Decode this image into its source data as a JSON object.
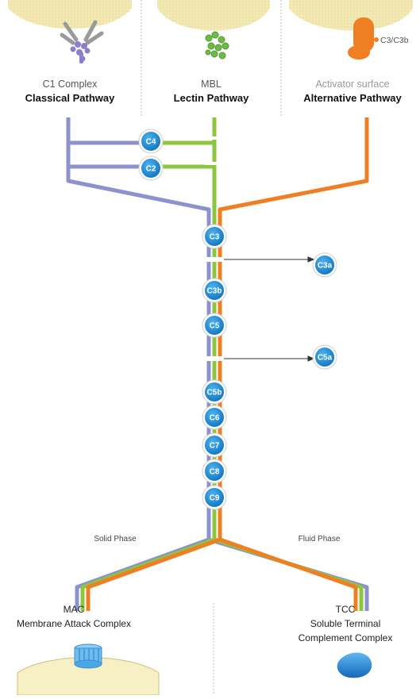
{
  "pathways": [
    {
      "initiator": "C1 Complex",
      "name": "Classical Pathway"
    },
    {
      "initiator": "MBL",
      "name": "Lectin Pathway"
    },
    {
      "initiator": "Activator surface",
      "name": "Alternative Pathway",
      "tag": "C3/C3b"
    }
  ],
  "nodes": {
    "c4": "C4",
    "c2": "C2",
    "c3": "C3",
    "c3a": "C3a",
    "c3b": "C3b",
    "c5": "C5",
    "c5a": "C5a",
    "c5b": "C5b",
    "c6": "C6",
    "c7": "C7",
    "c8": "C8",
    "c9": "C9"
  },
  "phases": {
    "solid": "Solid Phase",
    "fluid": "Fluid Phase"
  },
  "outcomes": {
    "mac_short": "MAC",
    "mac_long": "Membrane Attack Complex",
    "tcc_short": "TCC",
    "tcc_line1": "Soluble Terminal",
    "tcc_line2": "Complement Complex"
  },
  "colors": {
    "classical": "#8c93cc",
    "lectin": "#8cc63f",
    "alternative": "#ef7f22",
    "node": "#1e8fd6",
    "surface": "#f6f0c4"
  }
}
